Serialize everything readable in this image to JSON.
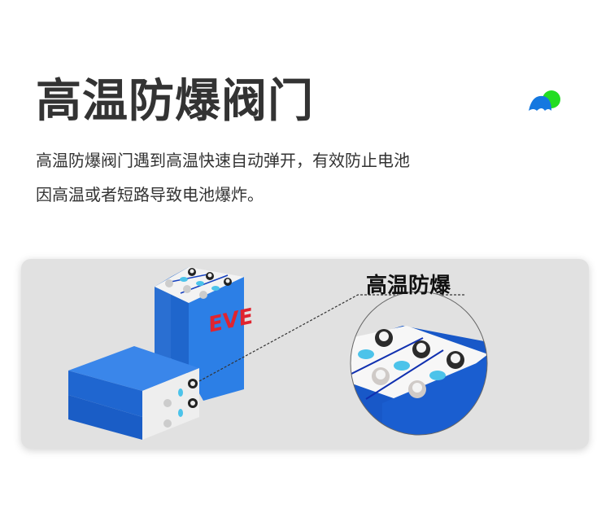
{
  "header": {
    "title": "高温防爆阀门",
    "logo_icon": "cloud-sun-logo-icon"
  },
  "description": {
    "line1": "高温防爆阀门遇到高温快速自动弹开，有效防止电池",
    "line2": "因高温或者短路导致电池爆炸。"
  },
  "figure": {
    "brand": "EVE",
    "callout_label": "高温防爆",
    "colors": {
      "panel_bg": "#e1e1e1",
      "battery_blue": "#1e6fd9",
      "battery_blue_dark": "#0f56c0",
      "terminal_cap": "#f4f4f4",
      "vent_cyan": "#4cc3ea",
      "brand_red": "#e0242f",
      "logo_green": "#22dd22",
      "logo_blue": "#1478e0"
    }
  }
}
